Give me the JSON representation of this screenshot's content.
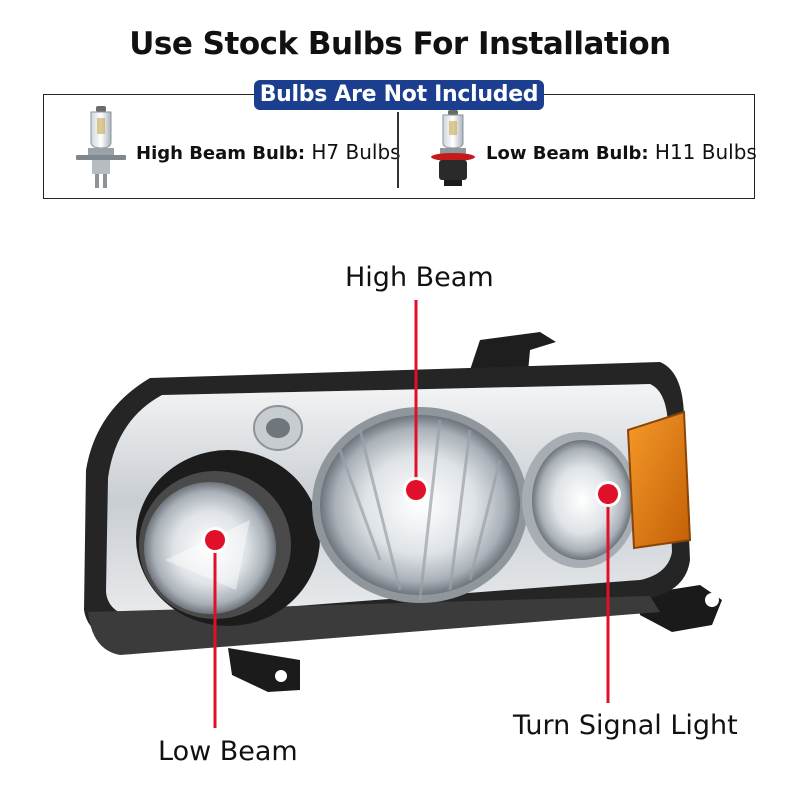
{
  "title": "Use Stock Bulbs For Installation",
  "notice": "Bulbs Are Not Included",
  "bulbs": {
    "high": {
      "label": "High Beam Bulb:",
      "value": "H7 Bulbs"
    },
    "low": {
      "label": "Low Beam Bulb:",
      "value": "H11 Bulbs"
    }
  },
  "callouts": {
    "high_beam": "High Beam",
    "low_beam": "Low Beam",
    "turn_signal": "Turn Signal Light"
  },
  "colors": {
    "badge": "#1b3f8e",
    "marker": "#e0102a",
    "amber": "#e07a10"
  },
  "icons": [
    "h7-bulb-icon",
    "h11-bulb-icon"
  ]
}
